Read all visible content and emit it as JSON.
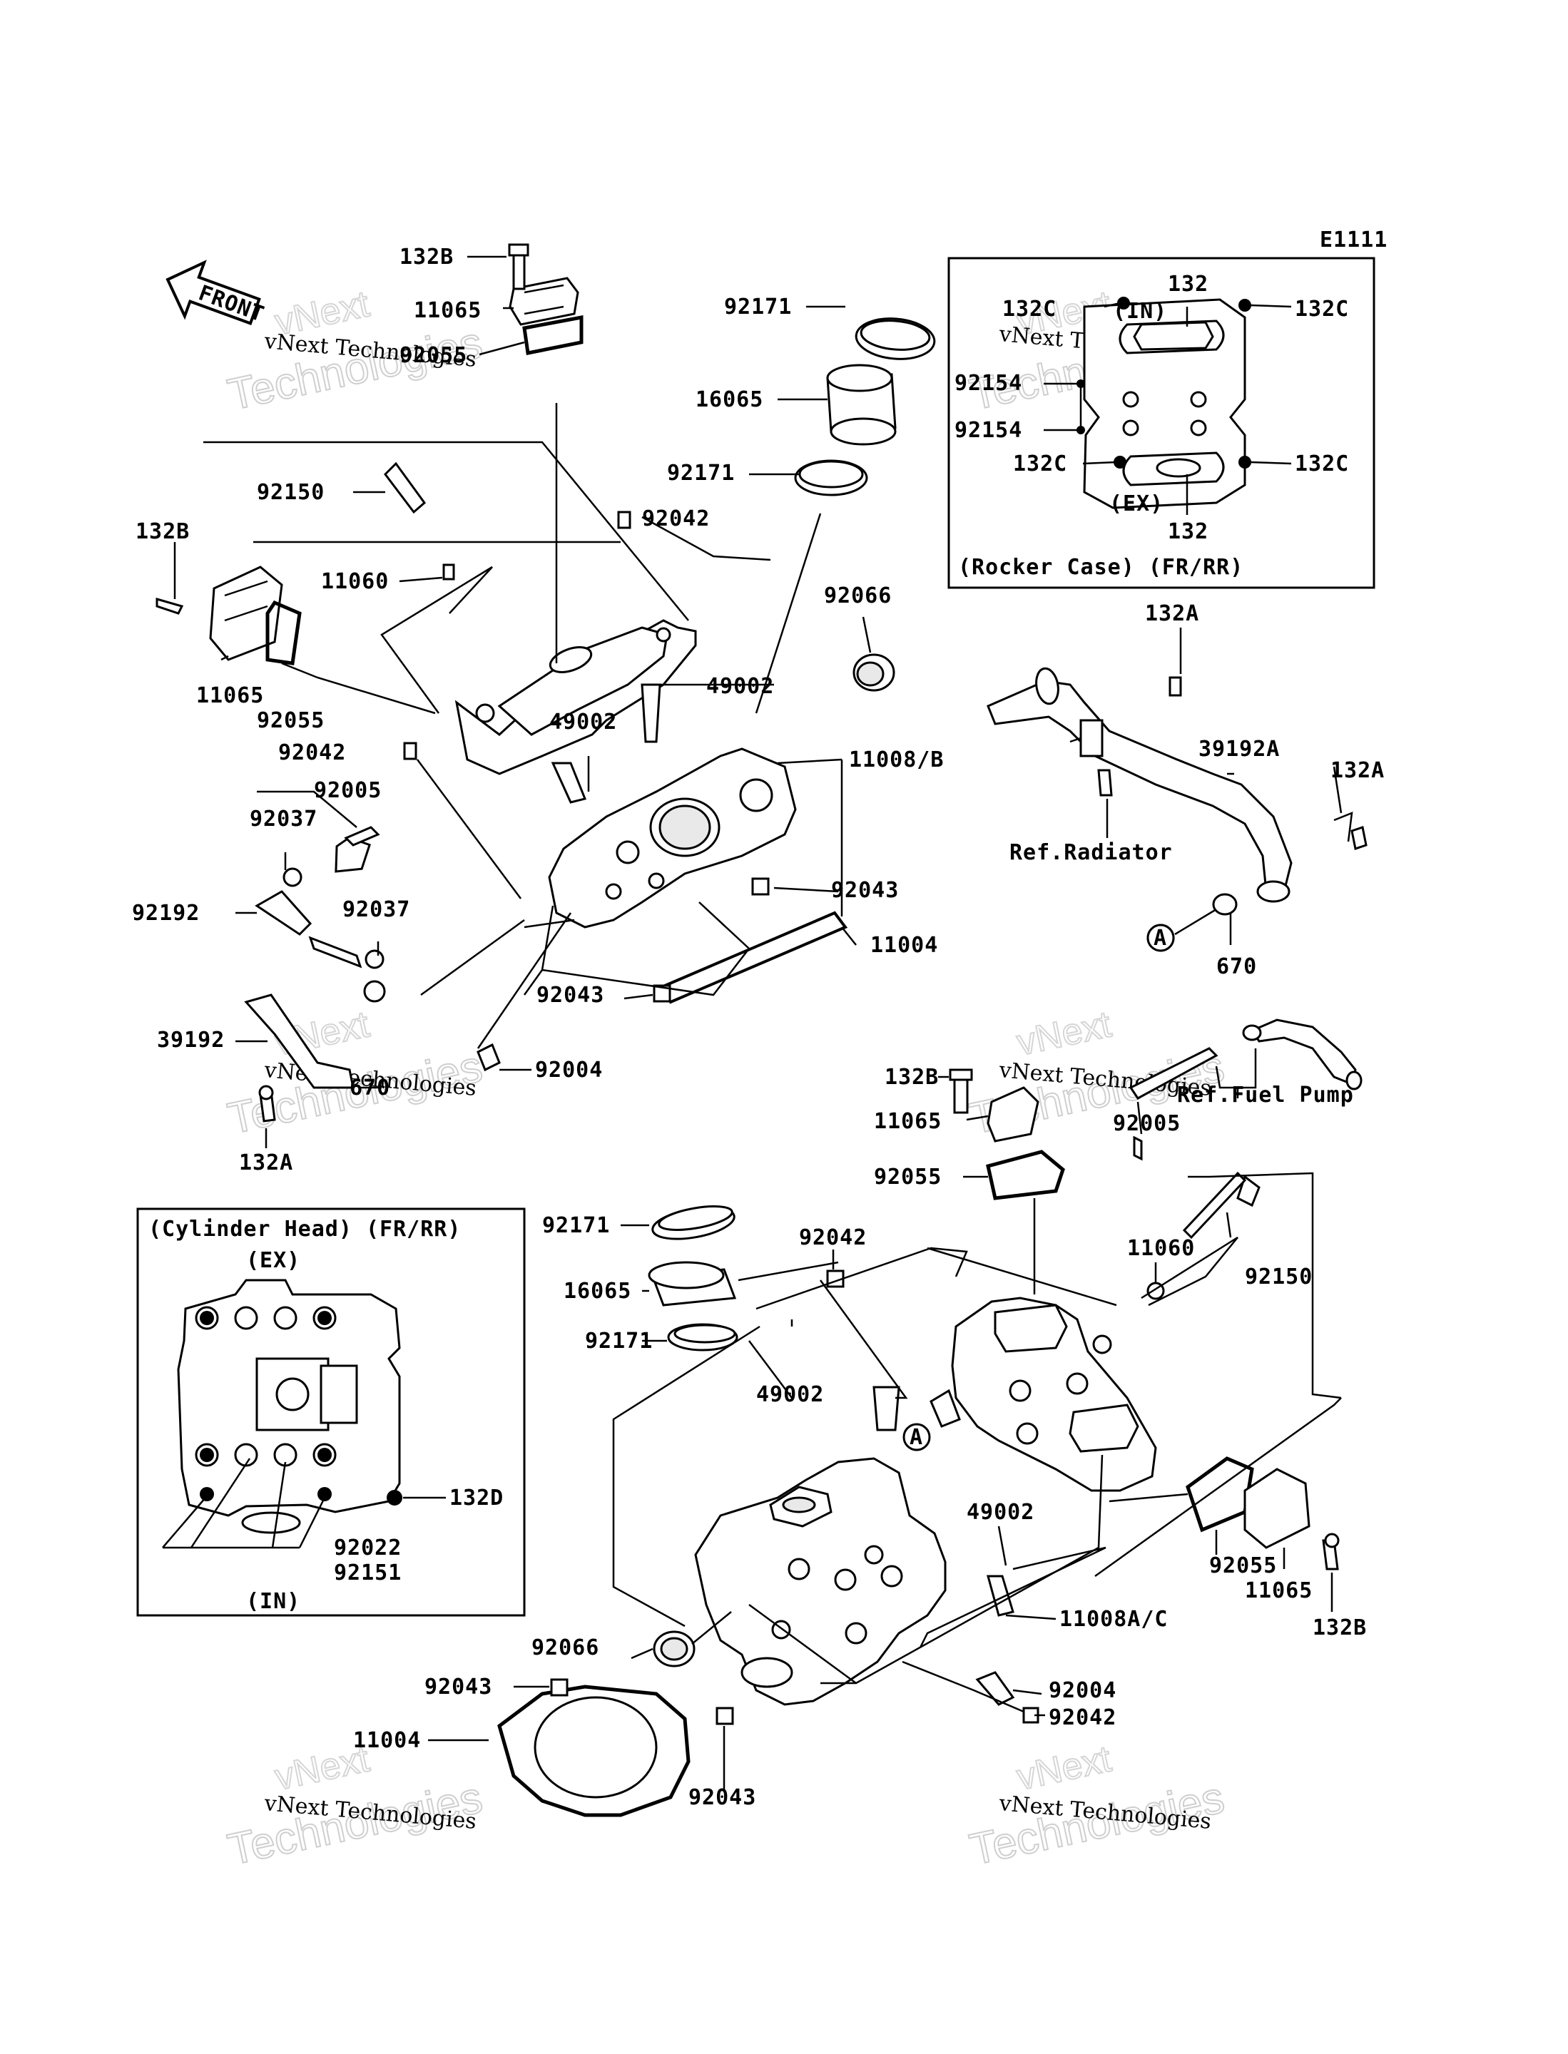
{
  "diagram": {
    "code": "E1111",
    "front_label": "FRONT",
    "watermark": {
      "line1": "vNext Technologies",
      "line2": "vNext",
      "line3": "Technologies"
    },
    "circle_ref": "A",
    "labels": {
      "top_132B": "132B",
      "top_11065": "11065",
      "top_92055": "92055",
      "top_92171_a": "92171",
      "top_16065": "16065",
      "top_92171_b": "92171",
      "top_92150": "92150",
      "top_92042_a": "92042",
      "top_11060": "11060",
      "left_132B": "132B",
      "left_11065": "11065",
      "left_92055": "92055",
      "top_92066": "92066",
      "top_49002_a": "49002",
      "top_49002_b": "49002",
      "top_92042_b": "92042",
      "top_11008B": "11008/B",
      "top_92005": "92005",
      "top_92037_a": "92037",
      "top_92192": "92192",
      "top_92037_b": "92037",
      "top_92043_a": "92043",
      "top_11004": "11004",
      "top_92043_b": "92043",
      "top_39192": "39192",
      "top_670": "670",
      "top_92004": "92004",
      "top_132A": "132A",
      "r_132A_a": "132A",
      "r_39192A": "39192A",
      "r_132A_b": "132A",
      "r_ref_radiator": "Ref.Radiator",
      "r_670": "670",
      "r_132B": "132B",
      "r_11065": "11065",
      "r_92055": "92055",
      "r_ref_fuel_pump": "Ref.Fuel Pump",
      "r_92005": "92005",
      "b_92171_a": "92171",
      "b_16065": "16065",
      "b_92171_b": "92171",
      "b_92042": "92042",
      "b_11060": "11060",
      "b_92150": "92150",
      "b_49002_a": "49002",
      "b_49002_b": "49002",
      "b_11008AC": "11008A/C",
      "b_92066": "92066",
      "b_92043_a": "92043",
      "b_11004": "11004",
      "b_92043_b": "92043",
      "b_92004": "92004",
      "b_92042_b": "92042",
      "b_92055": "92055",
      "b_11065": "11065",
      "b_132B": "132B"
    },
    "rocker_case_inset": {
      "title": "(Rocker Case) (FR/RR)",
      "in_label": "(IN)",
      "ex_label": "(EX)",
      "labels": {
        "i_132_top": "132",
        "i_132C_tl": "132C",
        "i_132C_tr": "132C",
        "i_92154_a": "92154",
        "i_92154_b": "92154",
        "i_132C_bl": "132C",
        "i_132C_br": "132C",
        "i_132_bottom": "132"
      }
    },
    "cylinder_head_inset": {
      "title": "(Cylinder Head) (FR/RR)",
      "ex_label": "(EX)",
      "in_label": "(IN)",
      "labels": {
        "c_132D": "132D",
        "c_92022": "92022",
        "c_92151": "92151"
      }
    }
  }
}
